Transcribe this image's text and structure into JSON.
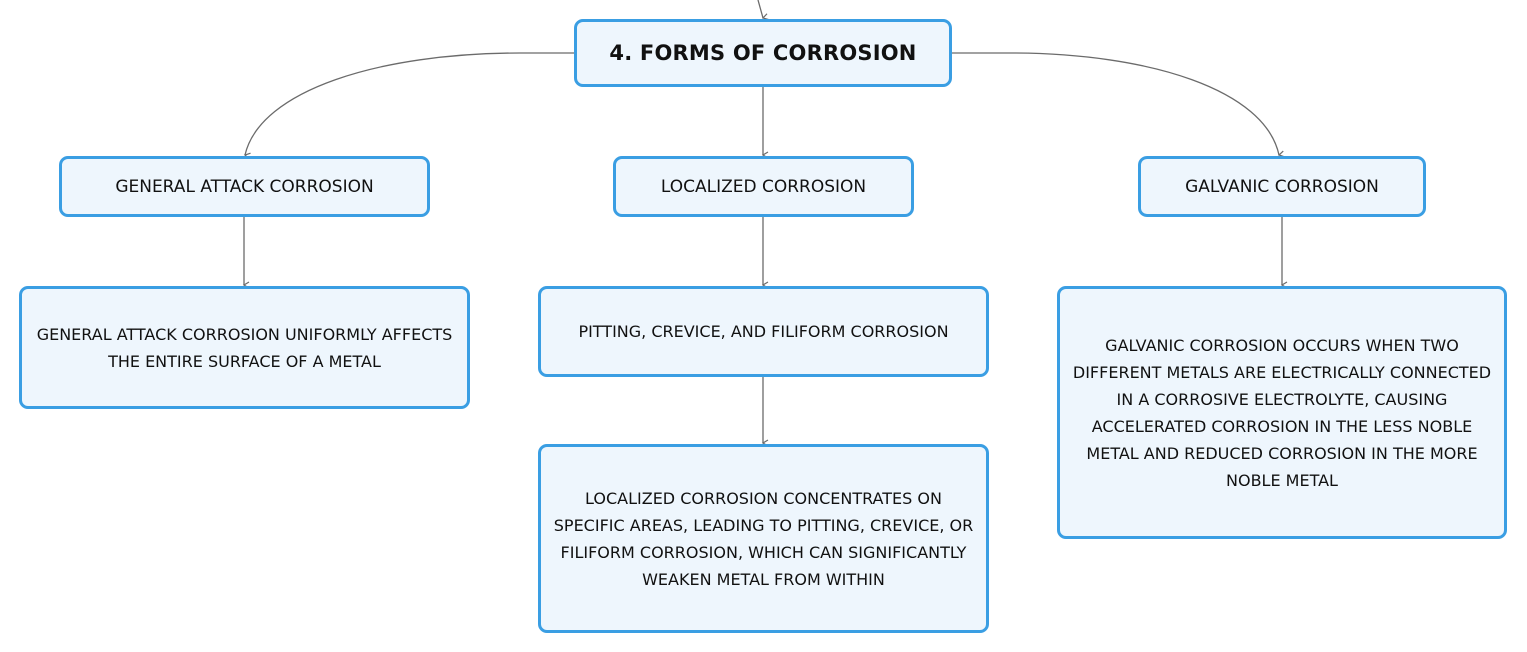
{
  "diagram": {
    "root": {
      "label": "4. FORMS OF CORROSION"
    },
    "branches": [
      {
        "label": "GENERAL ATTACK CORROSION",
        "children": [
          "GENERAL ATTACK CORROSION UNIFORMLY AFFECTS THE ENTIRE SURFACE OF A METAL"
        ]
      },
      {
        "label": "LOCALIZED CORROSION",
        "children": [
          "PITTING, CREVICE, AND FILIFORM CORROSION",
          "LOCALIZED CORROSION CONCENTRATES ON SPECIFIC AREAS, LEADING TO PITTING, CREVICE, OR FILIFORM CORROSION, WHICH CAN SIGNIFICANTLY WEAKEN METAL FROM WITHIN"
        ]
      },
      {
        "label": "GALVANIC CORROSION",
        "children": [
          "GALVANIC CORROSION OCCURS WHEN TWO DIFFERENT METALS ARE ELECTRICALLY CONNECTED IN A CORROSIVE ELECTROLYTE, CAUSING ACCELERATED CORROSION IN THE LESS NOBLE METAL AND REDUCED CORROSION IN THE MORE NOBLE METAL"
        ]
      }
    ]
  },
  "colors": {
    "node_border": "#3a9ee3",
    "node_fill": "#eef6fd",
    "connector": "#6b6b6b",
    "text": "#111111"
  }
}
